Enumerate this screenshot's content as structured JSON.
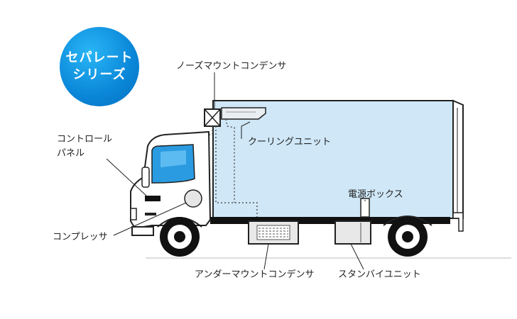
{
  "badge": {
    "line1": "セパレート",
    "line2": "シリーズ"
  },
  "labels": {
    "nose_mount_condenser": "ノーズマウントコンデンサ",
    "cooling_unit": "クーリングユニット",
    "control_panel_line1": "コントロール",
    "control_panel_line2": "パネル",
    "power_box": "電源ボックス",
    "compressor": "コンプレッサ",
    "under_mount_condenser": "アンダーマウントコンデンサ",
    "standby_unit": "スタンバイユニット"
  },
  "colors": {
    "badge": "#0a86d8",
    "cargo_box": "#cfe7f7",
    "window": "#2a9be0",
    "outline": "#222222"
  }
}
